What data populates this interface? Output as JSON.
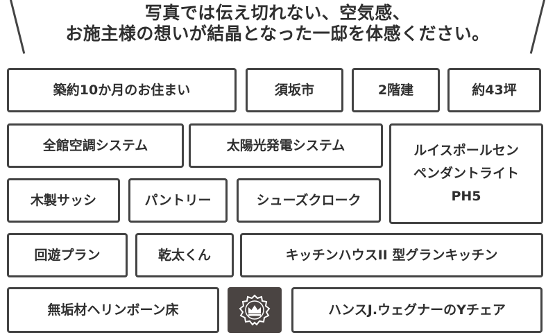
{
  "heading": {
    "line1": "写真では伝え切れない、空気感、",
    "line2": "お施主様の想いが結晶となった一邸を体感ください。"
  },
  "tags": {
    "t1": "築約10か月のお住まい",
    "t2": "須坂市",
    "t3": "2階建",
    "t4": "約43坪",
    "t5": "全館空調システム",
    "t6": "太陽光発電システム",
    "t7_line1": "ルイスポールセン",
    "t7_line2": "ペンダントライト",
    "t7_line3": "PH5",
    "t8": "木製サッシ",
    "t9": "パントリー",
    "t10": "シューズクローク",
    "t11": "回遊プラン",
    "t12": "乾太くん",
    "t13": "キッチンハウスII 型グランキッチン",
    "t14": "無垢材ヘリンボーン床",
    "t15": "ハンスJ.ウェグナーのYチェア"
  },
  "badge": {
    "icon": "crown-emblem-icon",
    "color": "#4a4442"
  }
}
